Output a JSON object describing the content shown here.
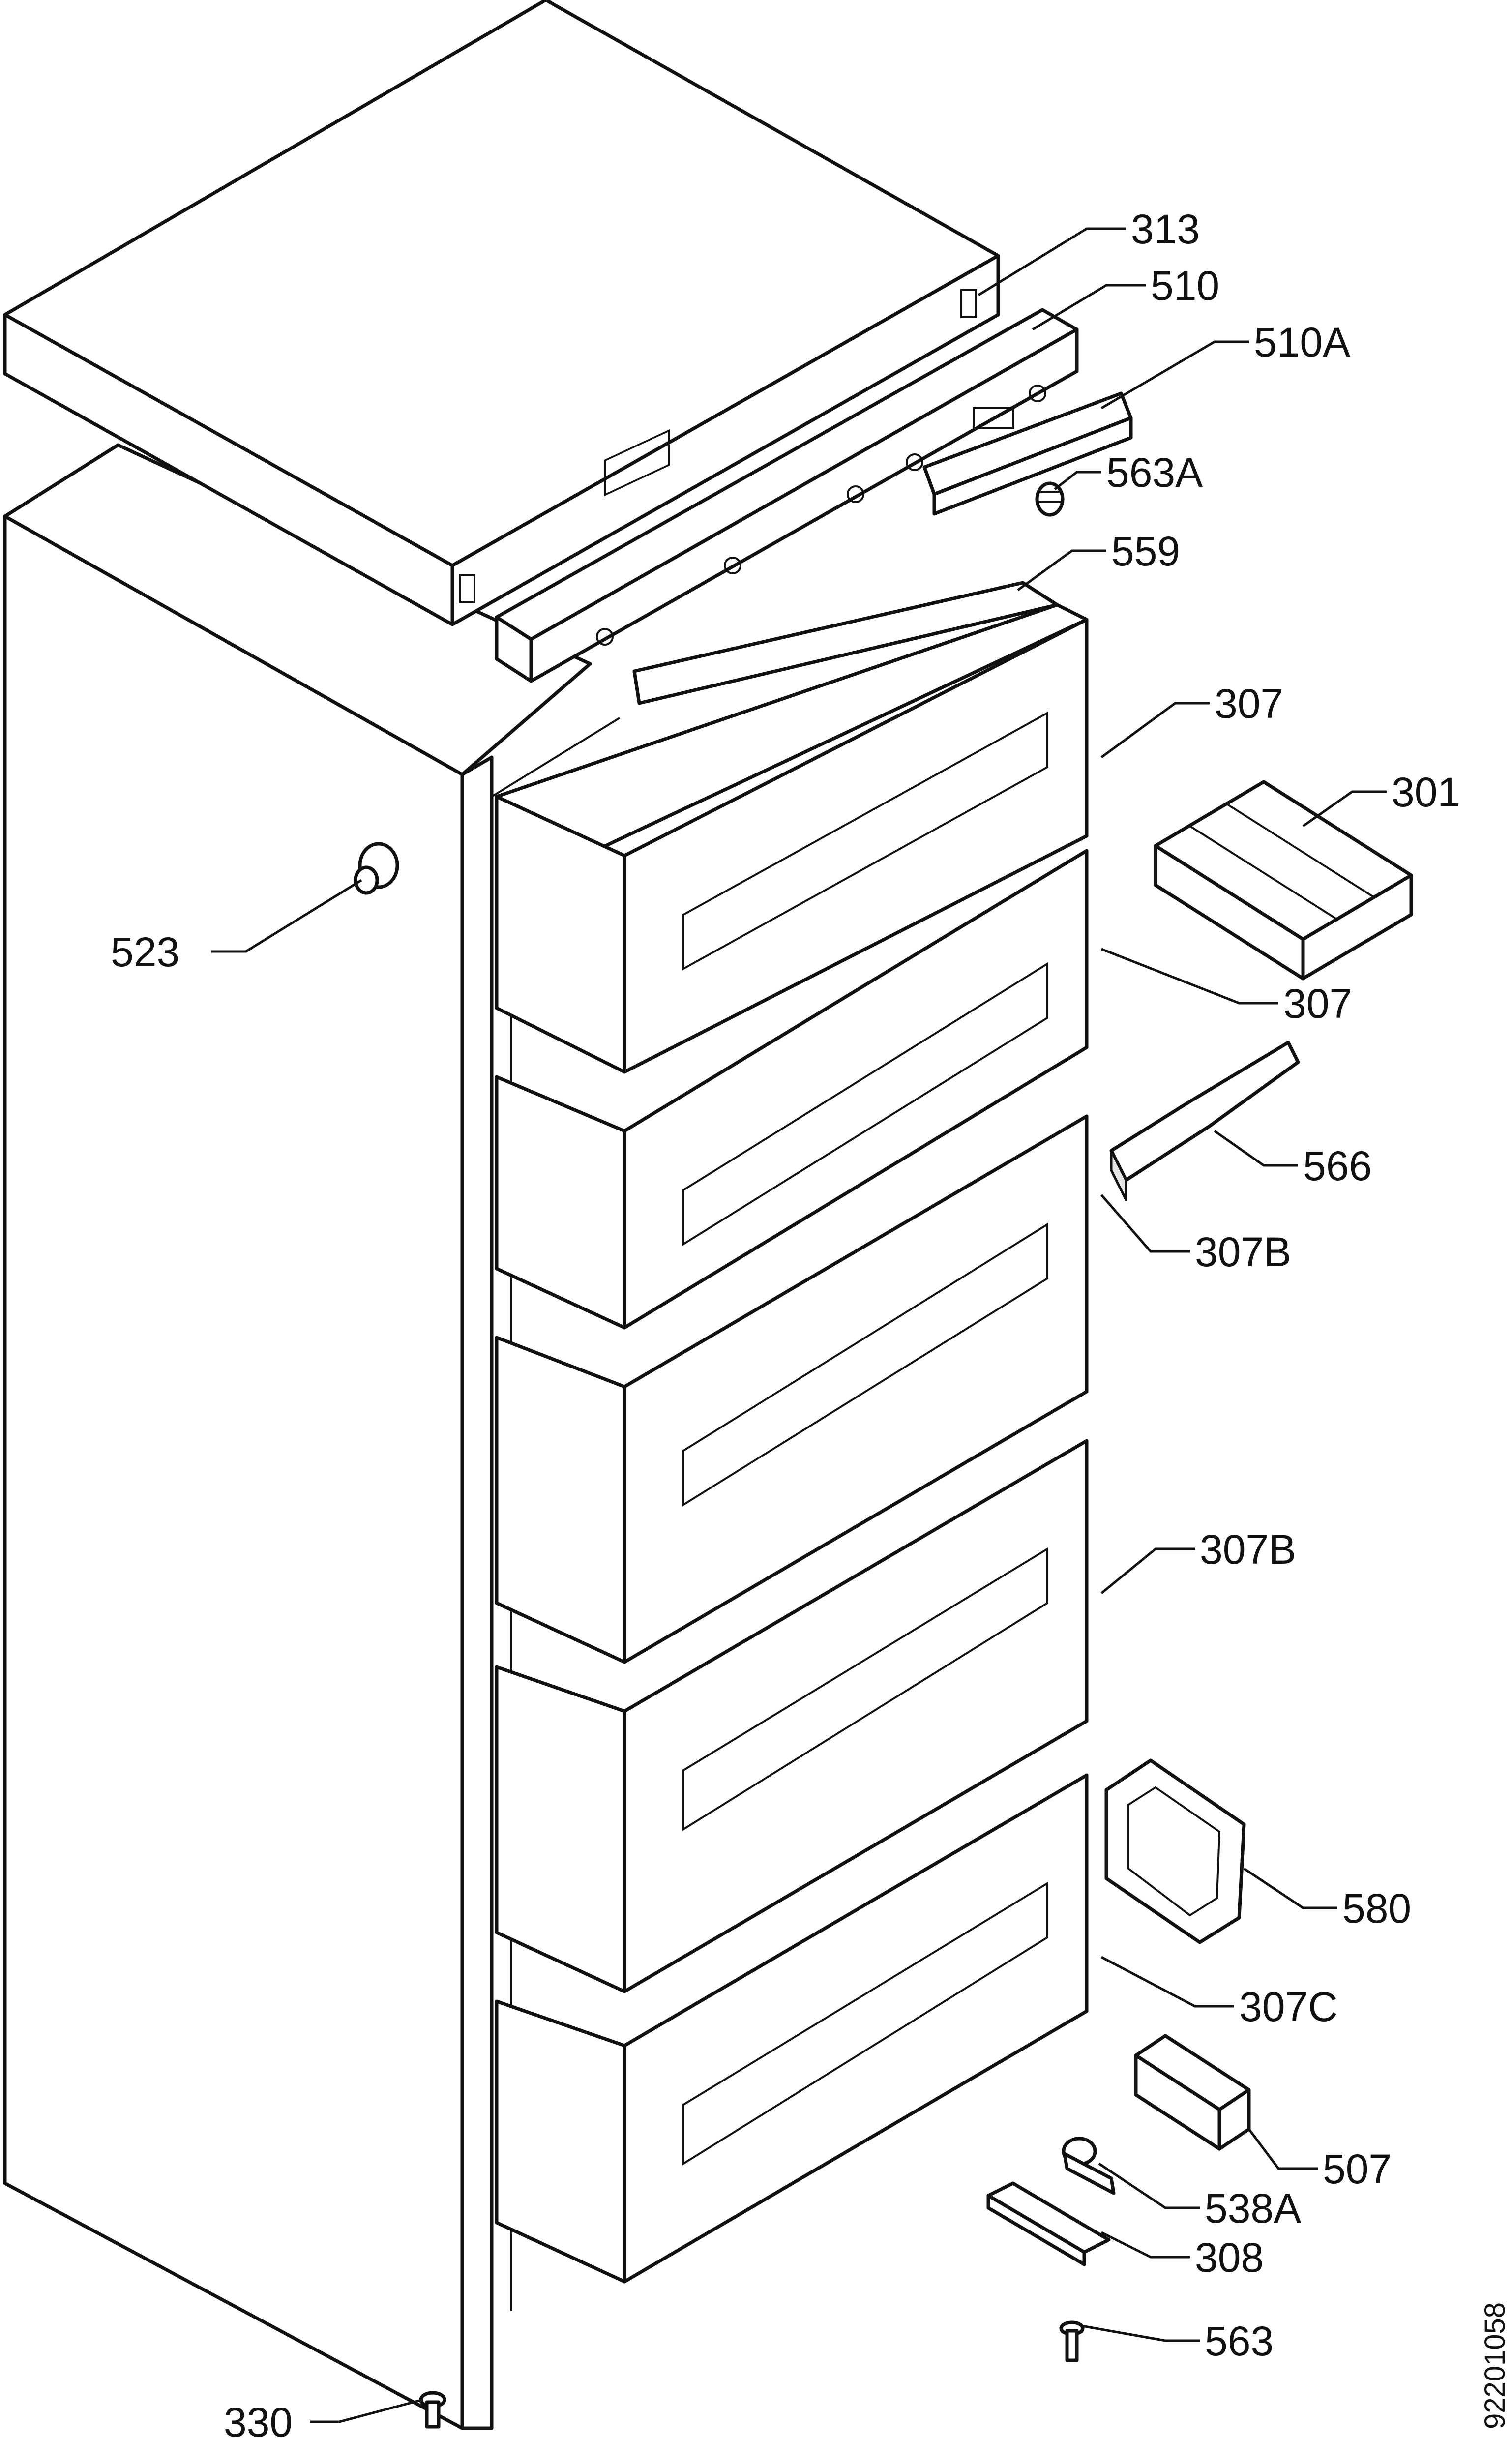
{
  "diagram": {
    "drawing_code": "92201058",
    "labels": [
      {
        "id": "313",
        "text": "313"
      },
      {
        "id": "510",
        "text": "510"
      },
      {
        "id": "510a",
        "text": "510A"
      },
      {
        "id": "563a",
        "text": "563A"
      },
      {
        "id": "559",
        "text": "559"
      },
      {
        "id": "307-1",
        "text": "307"
      },
      {
        "id": "301",
        "text": "301"
      },
      {
        "id": "523",
        "text": "523"
      },
      {
        "id": "307-2",
        "text": "307"
      },
      {
        "id": "566",
        "text": "566"
      },
      {
        "id": "307b-1",
        "text": "307B"
      },
      {
        "id": "307b-2",
        "text": "307B"
      },
      {
        "id": "580",
        "text": "580"
      },
      {
        "id": "307c",
        "text": "307C"
      },
      {
        "id": "507",
        "text": "507"
      },
      {
        "id": "538a",
        "text": "538A"
      },
      {
        "id": "308",
        "text": "308"
      },
      {
        "id": "563",
        "text": "563"
      },
      {
        "id": "330",
        "text": "330"
      }
    ]
  }
}
